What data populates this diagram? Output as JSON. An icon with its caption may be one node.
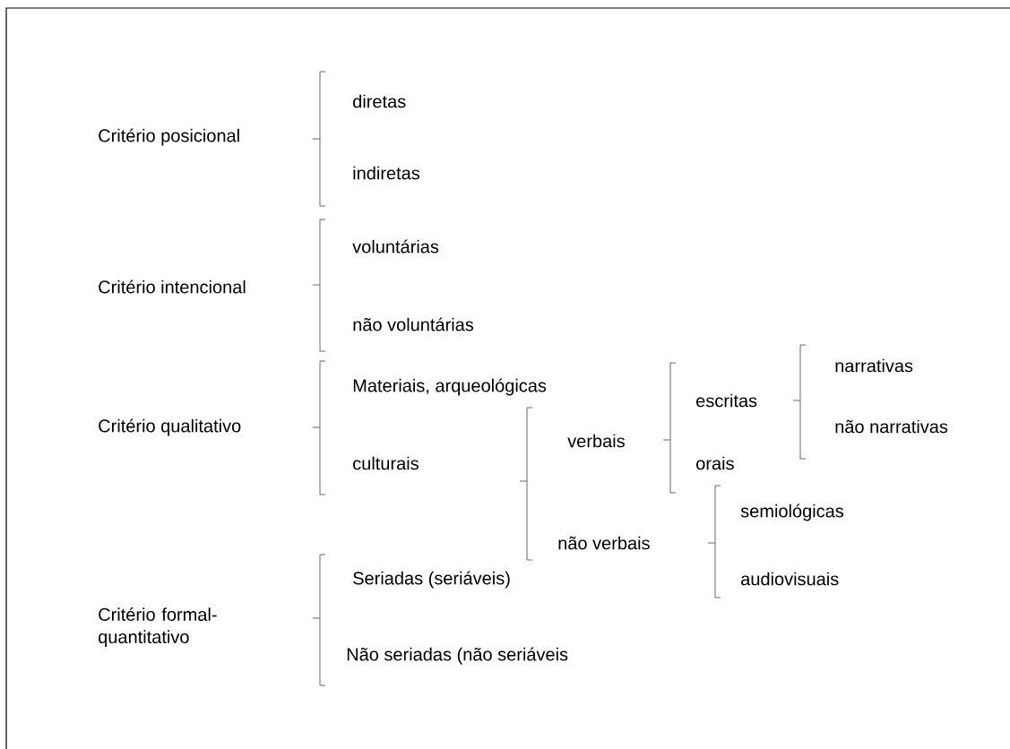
{
  "diagram": {
    "nodes": [
      {
        "text": [
          "Critério posicional"
        ]
      },
      {
        "text": [
          "diretas"
        ]
      },
      {
        "text": [
          "indiretas"
        ]
      },
      {
        "text": [
          "Critério intencional"
        ]
      },
      {
        "text": [
          "voluntárias"
        ]
      },
      {
        "text": [
          "não voluntárias"
        ]
      },
      {
        "text": [
          "Critério qualitativo"
        ]
      },
      {
        "text": [
          "Materiais, arqueológicas"
        ]
      },
      {
        "text": [
          "culturais"
        ]
      },
      {
        "text": [
          "verbais"
        ]
      },
      {
        "text": [
          "escritas"
        ]
      },
      {
        "text": [
          "orais"
        ]
      },
      {
        "text": [
          "narrativas"
        ]
      },
      {
        "text": [
          "não narrativas"
        ]
      },
      {
        "text": [
          "não verbais"
        ]
      },
      {
        "text": [
          "semiológicas"
        ]
      },
      {
        "text": [
          "audiovisuais"
        ]
      },
      {
        "text": [
          "Critério formal-quantitativo"
        ]
      },
      {
        "text": [
          "Seriadas (seriáveis)"
        ]
      },
      {
        "text": [
          "Não seriadas (não seriáveis"
        ]
      }
    ]
  }
}
